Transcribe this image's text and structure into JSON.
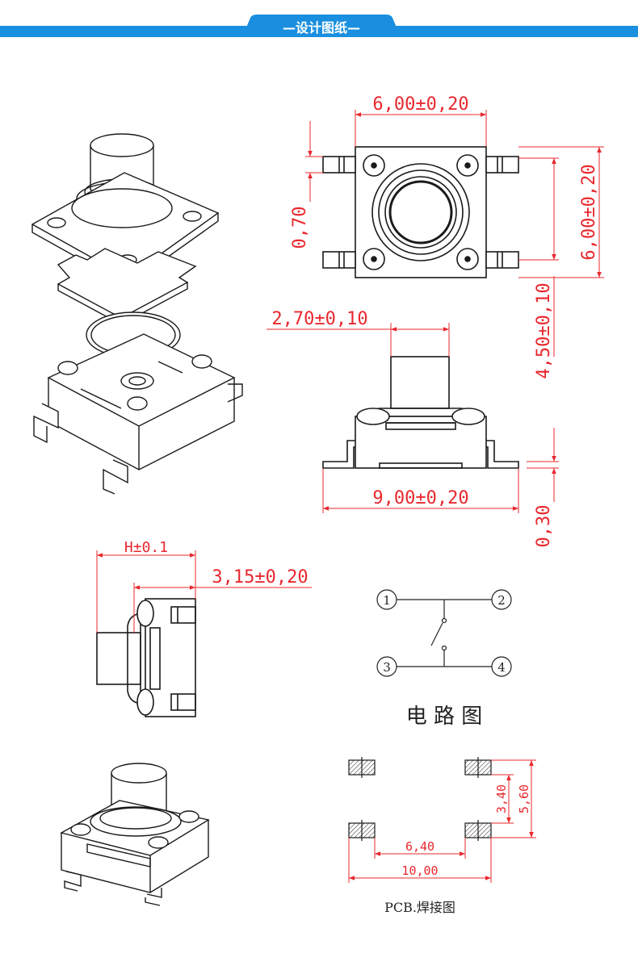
{
  "banner": {
    "title": "—设计图纸—",
    "color": "#1a8fe0"
  },
  "colors": {
    "dimension": "#e8282e",
    "outline": "#1a1a1a",
    "hatch": "#555555"
  },
  "dimensions": {
    "top_width": "6,00±0,20",
    "top_height": "6,00±0,20",
    "lead_width": "0,70",
    "plunger_width": "2,70±0,10",
    "plunger_height": "4,50±0,10",
    "total_length": "9,00±0,20",
    "lead_thickness": "0,30",
    "side_h": "H±0.1",
    "side_body": "3,15±0,20"
  },
  "circuit": {
    "pins": [
      "1",
      "2",
      "3",
      "4"
    ],
    "caption": "电 路 图"
  },
  "pcb": {
    "pad_pitch_x": "6,40",
    "pad_span_x": "10,00",
    "pad_pitch_y": "3,40",
    "pad_span_y": "5,60",
    "caption": "PCB.焊接图"
  }
}
